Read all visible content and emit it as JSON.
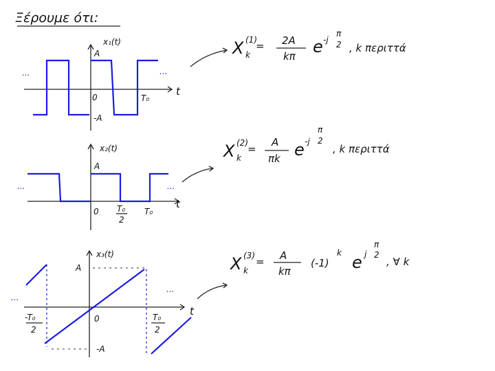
{
  "title": "Ξέρουμε ότι:",
  "dots": "...",
  "graph1": {
    "label": "x₁(t)",
    "amp": "A",
    "neg_amp": "-A",
    "origin": "0",
    "period": "T₀",
    "axis": "t"
  },
  "graph2": {
    "label": "x₂(t)",
    "amp": "A",
    "origin": "0",
    "half_num": "T₀",
    "half_den": "2",
    "period": "T₀",
    "axis": "t"
  },
  "graph3": {
    "label": "x₃(t)",
    "amp": "A",
    "neg_amp": "-A",
    "origin": "0",
    "neg_half_num": "-T₀",
    "half_num": "T₀",
    "half_den": "2",
    "axis": "t"
  },
  "formula1": {
    "X": "X",
    "sup": "(1)",
    "sub": "k",
    "eq": "=",
    "num": "2A",
    "den": "kπ",
    "exp_base": "e",
    "exp": "-j",
    "exp_num": "π",
    "exp_den": "2",
    "cond": ",  k περιττά"
  },
  "formula2": {
    "X": "X",
    "sup": "(2)",
    "sub": "k",
    "eq": "=",
    "num": "A",
    "den": "πk",
    "exp_base": "e",
    "exp": "-j",
    "exp_num": "π",
    "exp_den": "2",
    "cond": ",  k περιττά"
  },
  "formula3": {
    "X": "X",
    "sup": "(3)",
    "sub": "k",
    "eq": "=",
    "num": "A",
    "den": "kπ",
    "paren": "(-1)",
    "paren_exp": "k",
    "exp_base": "e",
    "exp": "j",
    "exp_num": "π",
    "exp_den": "2",
    "cond": ",  ∀  k"
  }
}
